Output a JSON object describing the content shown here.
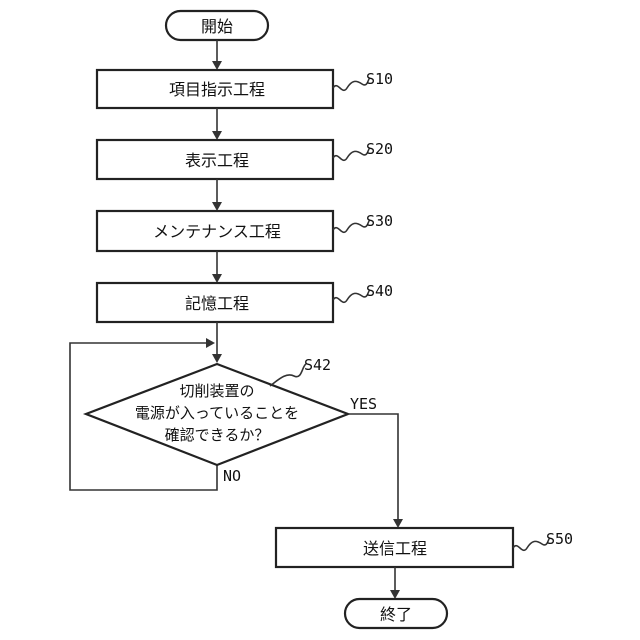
{
  "flowchart": {
    "start": "開始",
    "end": "終了",
    "steps": [
      {
        "id": "s10",
        "text": "項目指示工程",
        "label": "S10"
      },
      {
        "id": "s20",
        "text": "表示工程",
        "label": "S20"
      },
      {
        "id": "s30",
        "text": "メンテナンス工程",
        "label": "S30"
      },
      {
        "id": "s40",
        "text": "記憶工程",
        "label": "S40"
      },
      {
        "id": "s50",
        "text": "送信工程",
        "label": "S50"
      }
    ],
    "decision": {
      "label": "S42",
      "lines": [
        "切削装置の",
        "電源が入っていることを",
        "確認できるか？"
      ],
      "yes": "YES",
      "no": "NO"
    }
  }
}
